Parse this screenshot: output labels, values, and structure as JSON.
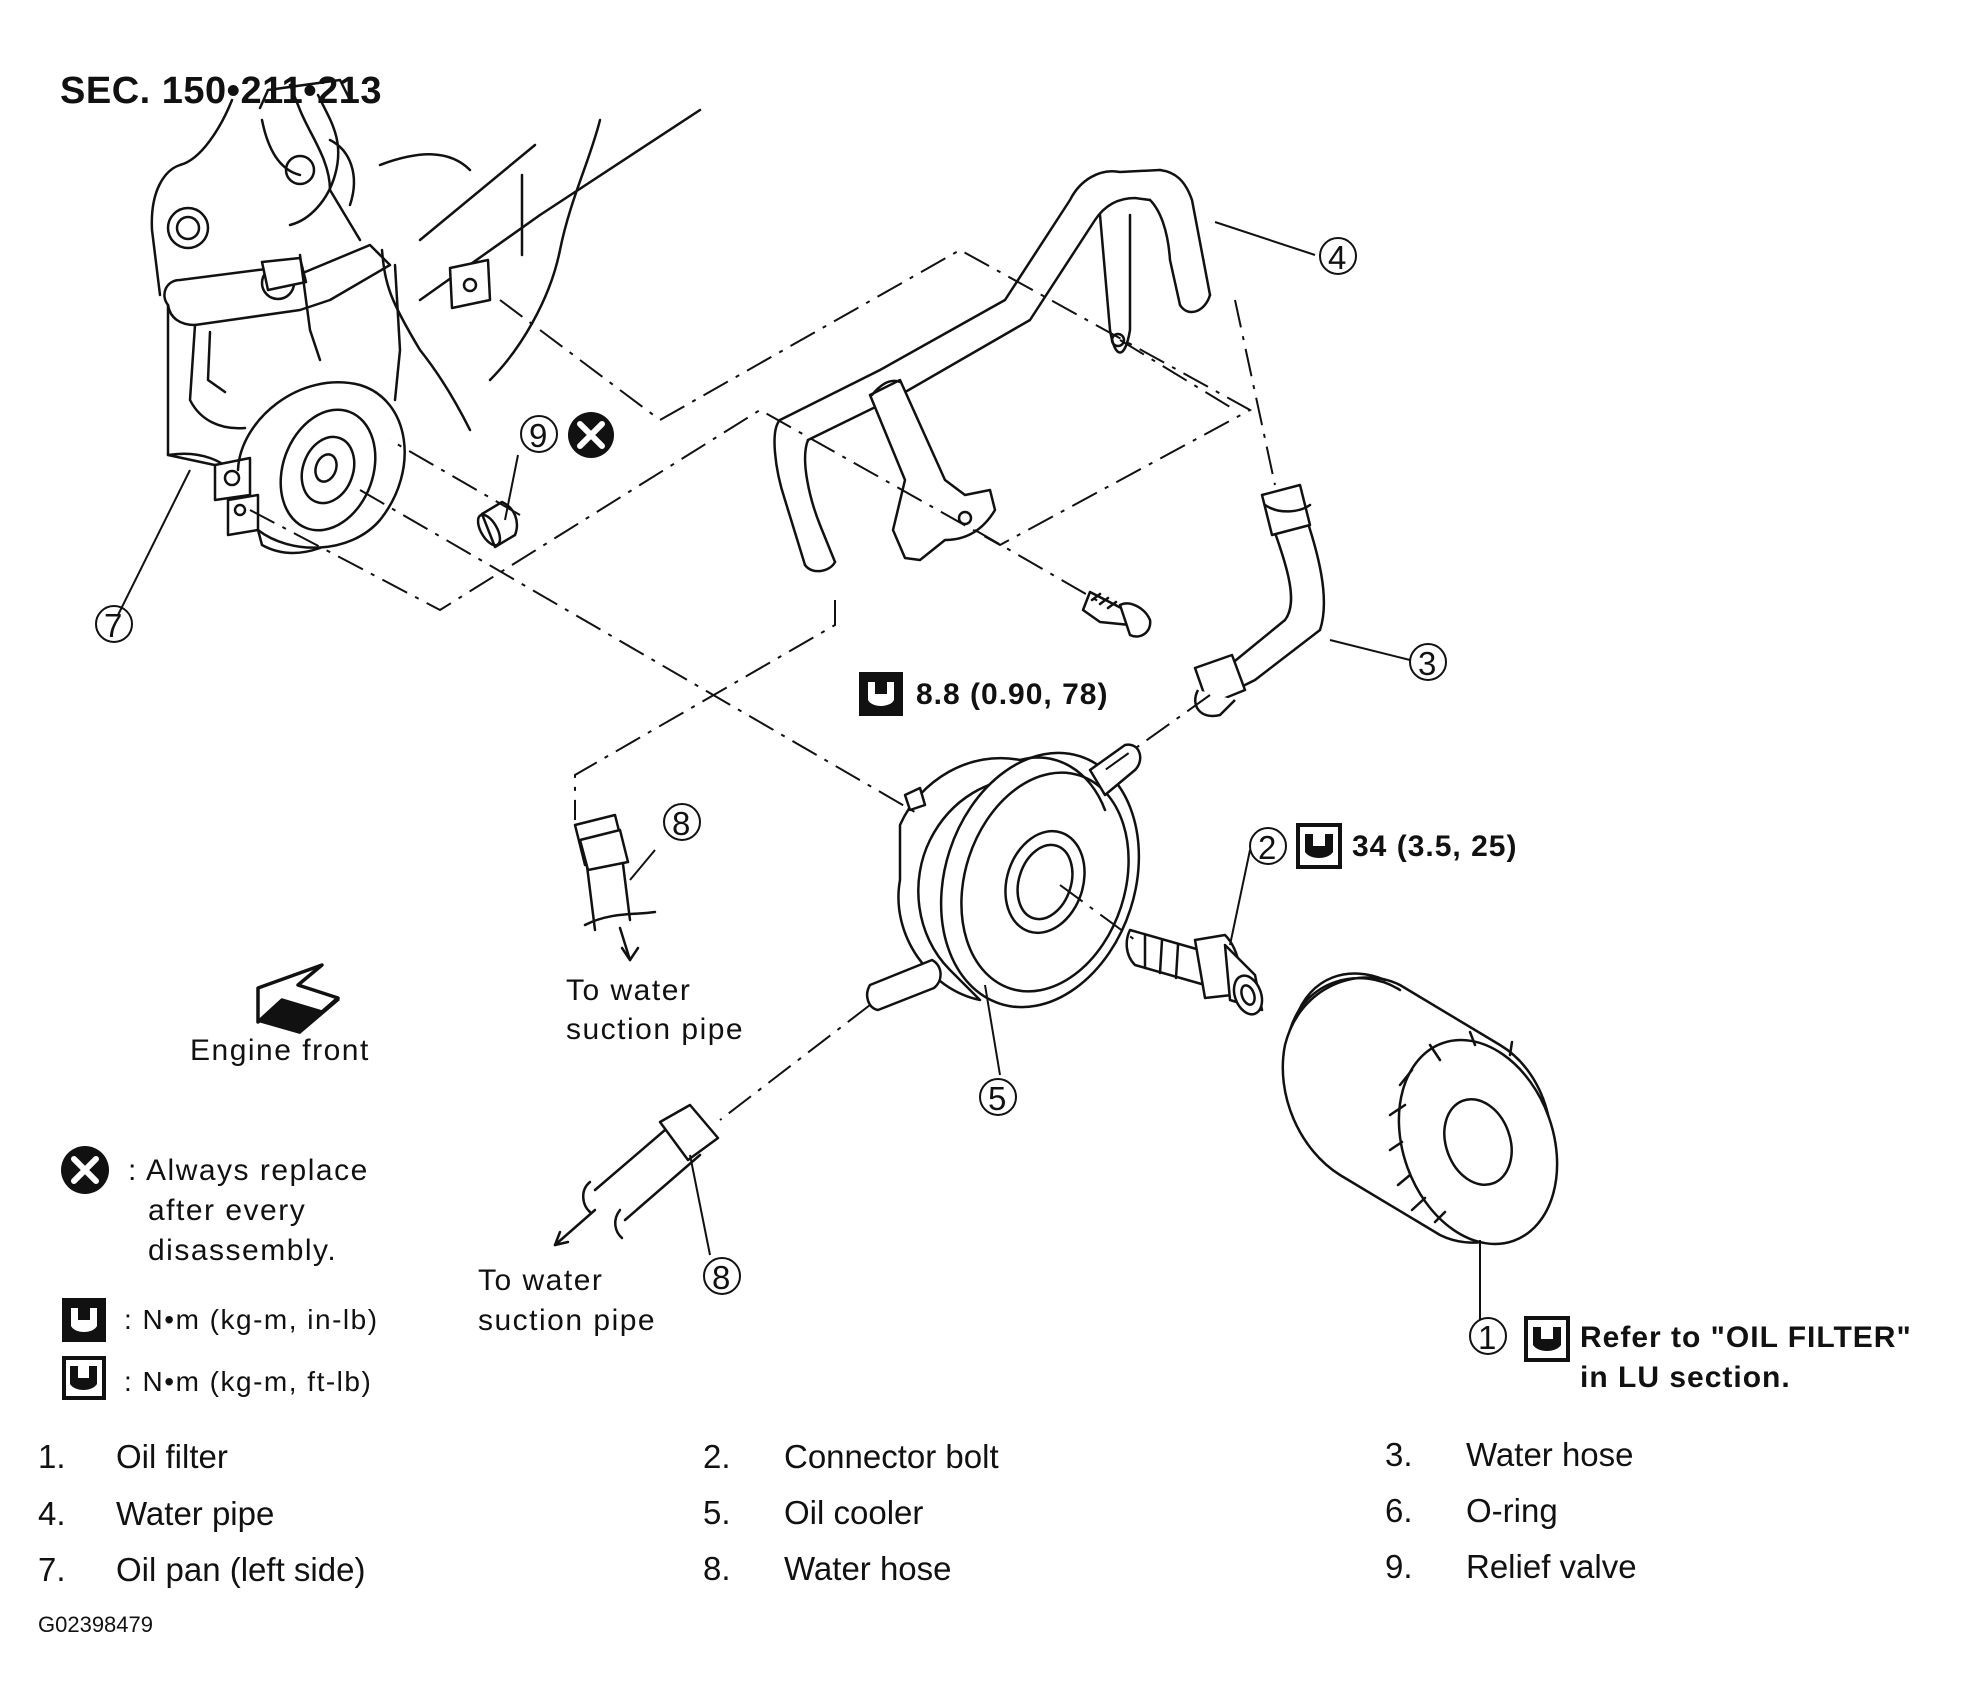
{
  "section": "SEC. 150•211•213",
  "callouts": {
    "c1": "1",
    "c2": "2",
    "c3": "3",
    "c4": "4",
    "c5": "5",
    "c7": "7",
    "c8a": "8",
    "c8b": "8",
    "c9": "9"
  },
  "torque": {
    "bolt": "8.8 (0.90, 78)",
    "connector": "34 (3.5, 25)",
    "filter_line1": "Refer to \"OIL FILTER\"",
    "filter_line2": "in LU section."
  },
  "notes": {
    "to_water_1a": "To water",
    "to_water_1b": "suction pipe",
    "to_water_2a": "To water",
    "to_water_2b": "suction pipe",
    "engine_front": "Engine front"
  },
  "legend": {
    "replace_line1": ": Always replace",
    "replace_line2": "after every",
    "replace_line3": "disassembly.",
    "inlb": ": N•m  (kg-m,  in-lb)",
    "ftlb": ": N•m  (kg-m,  ft-lb)"
  },
  "parts": [
    {
      "num": "1.",
      "name": "Oil filter"
    },
    {
      "num": "2.",
      "name": "Connector bolt"
    },
    {
      "num": "3.",
      "name": "Water hose"
    },
    {
      "num": "4.",
      "name": "Water pipe"
    },
    {
      "num": "5.",
      "name": "Oil cooler"
    },
    {
      "num": "6.",
      "name": "O-ring"
    },
    {
      "num": "7.",
      "name": "Oil pan (left side)"
    },
    {
      "num": "8.",
      "name": "Water hose"
    },
    {
      "num": "9.",
      "name": "Relief valve"
    }
  ],
  "figure_code": "G02398479"
}
